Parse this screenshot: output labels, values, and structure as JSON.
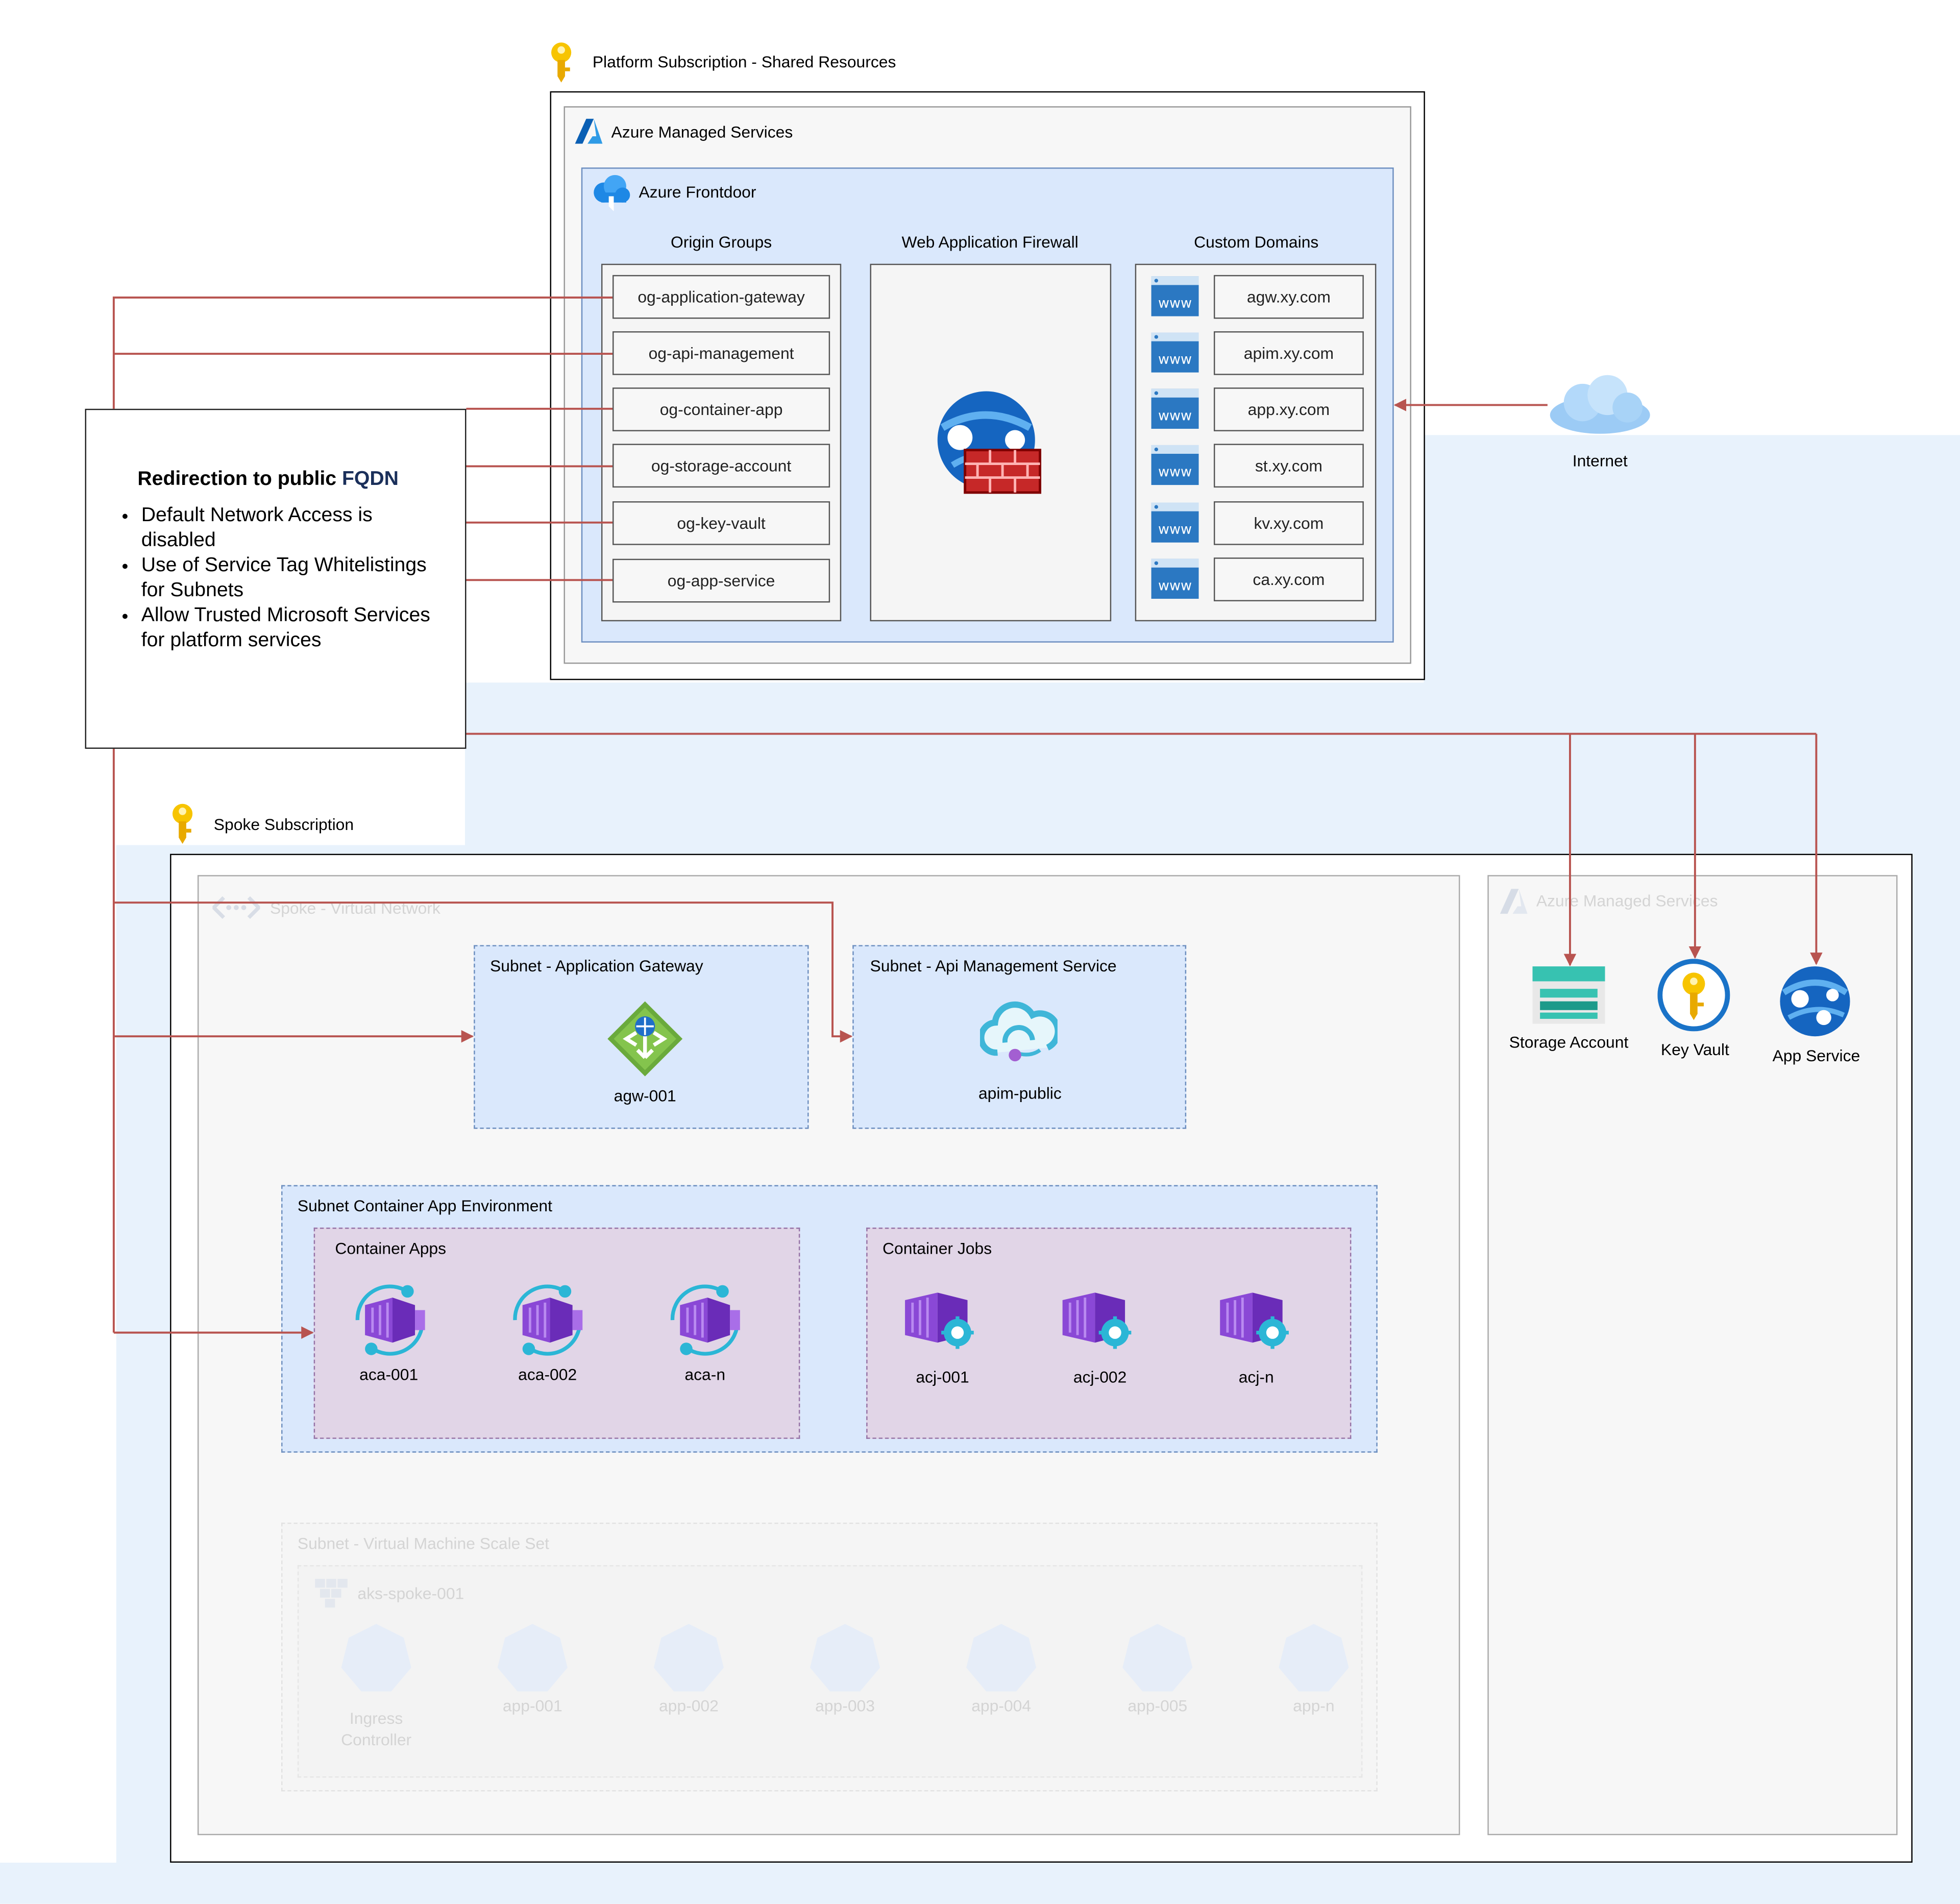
{
  "platform": {
    "title": "Platform Subscription - Shared Resources",
    "managed_title": "Azure Managed Services",
    "frontdoor_title": "Azure Frontdoor",
    "origin_groups_title": "Origin Groups",
    "origin_groups": [
      "og-application-gateway",
      "og-api-management",
      "og-container-app",
      "og-storage-account",
      "og-key-vault",
      "og-app-service"
    ],
    "waf_title": "Web Application Firewall",
    "custom_domains_title": "Custom Domains",
    "www_label": "www",
    "custom_domains": [
      "agw.xy.com",
      "apim.xy.com",
      "app.xy.com",
      "st.xy.com",
      "kv.xy.com",
      "ca.xy.com"
    ]
  },
  "internet_label": "Internet",
  "note": {
    "title_plain": "Redirection to public ",
    "title_accent": "FQDN",
    "bullets": [
      "Default Network Access is disabled",
      "Use of Service Tag Whitelistings for Subnets",
      "Allow Trusted Microsoft Services for platform services"
    ]
  },
  "spoke": {
    "title": "Spoke Subscription",
    "vnet_title": "Spoke - Virtual Network",
    "subnet_agw_title": "Subnet - Application Gateway",
    "agw_label": "agw-001",
    "subnet_apim_title": "Subnet - Api Management Service",
    "apim_label": "apim-public",
    "subnet_cae_title": "Subnet Container App Environment",
    "container_apps_title": "Container Apps",
    "container_apps": [
      "aca-001",
      "aca-002",
      "aca-n"
    ],
    "container_jobs_title": "Container Jobs",
    "container_jobs": [
      "acj-001",
      "acj-002",
      "acj-n"
    ],
    "subnet_vmss_title": "Subnet - Virtual Machine Scale Set",
    "aks_title": "aks-spoke-001",
    "aks_nodes": [
      "Ingress Controller",
      "app-001",
      "app-002",
      "app-003",
      "app-004",
      "app-005",
      "app-n"
    ],
    "managed_title": "Azure Managed Services",
    "managed_services": [
      "Storage Account",
      "Key Vault",
      "App Service"
    ]
  },
  "colors": {
    "wire": "#b85450",
    "subnet_fill": "#dae8fc",
    "subnet_border": "#6c8ebf",
    "container_fill": "#e1d5e7",
    "container_border": "#9673a6",
    "backdrop": "#e8f2fc"
  }
}
